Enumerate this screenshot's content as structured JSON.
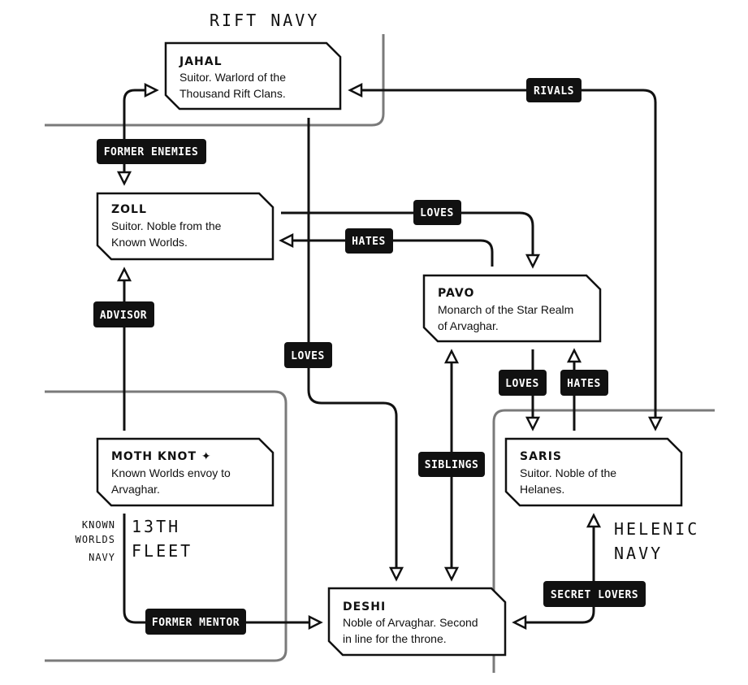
{
  "regions": {
    "rift_navy": "RIFT NAVY",
    "fleet_13th_line1": "13TH",
    "fleet_13th_line2": "FLEET",
    "known_worlds_navy_line1": "KNOWN",
    "known_worlds_navy_line2": "WORLDS",
    "known_worlds_navy_line3": "NAVY",
    "helenic_navy_line1": "HELENIC",
    "helenic_navy_line2": "NAVY"
  },
  "nodes": {
    "jahal": {
      "name": "JAHAL",
      "desc1": "Suitor. Warlord of the",
      "desc2": "Thousand Rift Clans."
    },
    "zoll": {
      "name": "ZOLL",
      "desc1": "Suitor. Noble from the",
      "desc2": "Known Worlds."
    },
    "pavo": {
      "name": "PAVO",
      "desc1": "Monarch of the Star Realm",
      "desc2": "of Arvaghar."
    },
    "moth_knot": {
      "name": "MOTH KNOT ✦",
      "desc1": "Known Worlds envoy to",
      "desc2": "Arvaghar."
    },
    "saris": {
      "name": "SARIS",
      "desc1": "Suitor. Noble of the",
      "desc2": "Helanes."
    },
    "deshi": {
      "name": "DESHI",
      "desc1": "Noble of Arvaghar. Second",
      "desc2": "in line for the throne."
    }
  },
  "edges": {
    "rivals": "RIVALS",
    "former_enemies": "FORMER ENEMIES",
    "loves_zoll_pavo": "LOVES",
    "hates_pavo_zoll": "HATES",
    "advisor": "ADVISOR",
    "loves_jahal_deshi": "LOVES",
    "siblings": "SIBLINGS",
    "loves_pavo_saris": "LOVES",
    "hates_saris_pavo": "HATES",
    "former_mentor": "FORMER MENTOR",
    "secret_lovers": "SECRET LOVERS"
  }
}
